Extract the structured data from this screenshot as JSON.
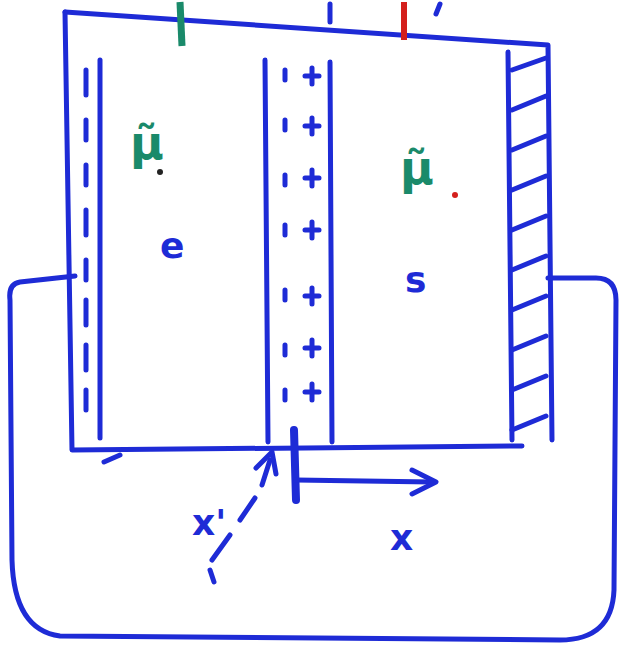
{
  "diagram": {
    "labels": [
      "μ̃",
      "μ̃",
      "e",
      "s",
      "x'",
      "x"
    ]
  }
}
